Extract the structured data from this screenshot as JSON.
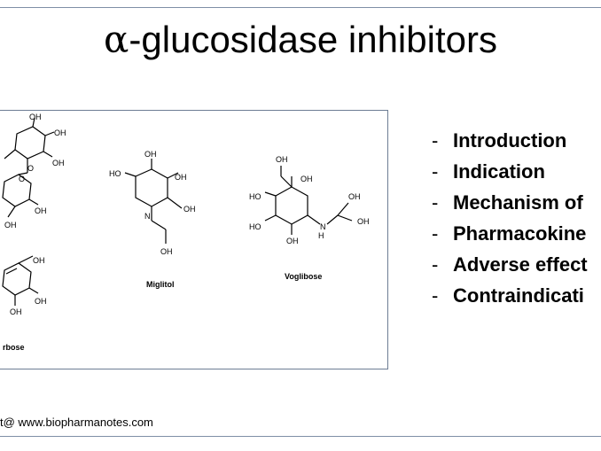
{
  "slide": {
    "title_symbol": "α",
    "title_text": "-glucosidase inhibitors",
    "figure": {
      "label_acarbose": "rbose",
      "label_miglitol": "Miglitol",
      "label_voglibose": "Voglibose"
    },
    "bullets": [
      {
        "dash": "-",
        "label": "Introduction"
      },
      {
        "dash": "-",
        "label": "Indication"
      },
      {
        "dash": "-",
        "label": "Mechanism of"
      },
      {
        "dash": "-",
        "label": "Pharmacokine"
      },
      {
        "dash": "-",
        "label": "Adverse effect"
      },
      {
        "dash": "-",
        "label": "Contraindicati"
      }
    ],
    "footer": "t@ www.biopharmanotes.com",
    "colors": {
      "frame": "#7f8fa6",
      "text": "#000000",
      "background": "#ffffff"
    }
  }
}
